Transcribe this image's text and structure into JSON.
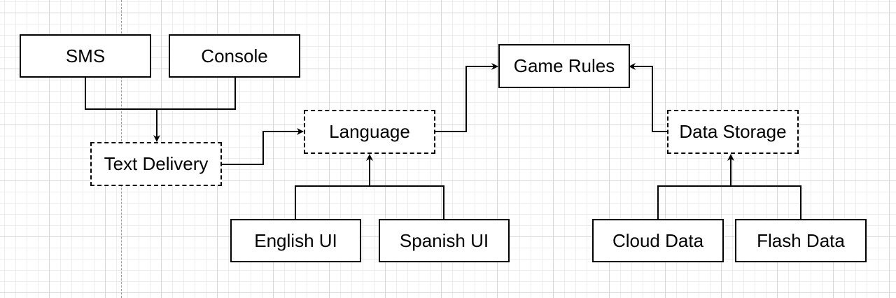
{
  "diagram": {
    "colors": {
      "stroke": "#000000",
      "fill": "#ffffff",
      "grid_major": "#d6d6d6",
      "grid_minor": "#ececec",
      "guide": "#9a9a9a"
    },
    "nodes": {
      "sms": "SMS",
      "console": "Console",
      "text_delivery": "Text Delivery",
      "language": "Language",
      "game_rules": "Game Rules",
      "data_storage": "Data Storage",
      "english_ui": "English UI",
      "spanish_ui": "Spanish UI",
      "cloud_data": "Cloud Data",
      "flash_data": "Flash Data"
    },
    "dashed_nodes": [
      "text_delivery",
      "language",
      "data_storage"
    ],
    "edges": [
      {
        "from": "sms",
        "to": "text_delivery"
      },
      {
        "from": "console",
        "to": "text_delivery"
      },
      {
        "from": "text_delivery",
        "to": "language"
      },
      {
        "from": "english_ui",
        "to": "language"
      },
      {
        "from": "spanish_ui",
        "to": "language"
      },
      {
        "from": "language",
        "to": "game_rules"
      },
      {
        "from": "cloud_data",
        "to": "data_storage"
      },
      {
        "from": "flash_data",
        "to": "data_storage"
      },
      {
        "from": "data_storage",
        "to": "game_rules"
      }
    ]
  }
}
